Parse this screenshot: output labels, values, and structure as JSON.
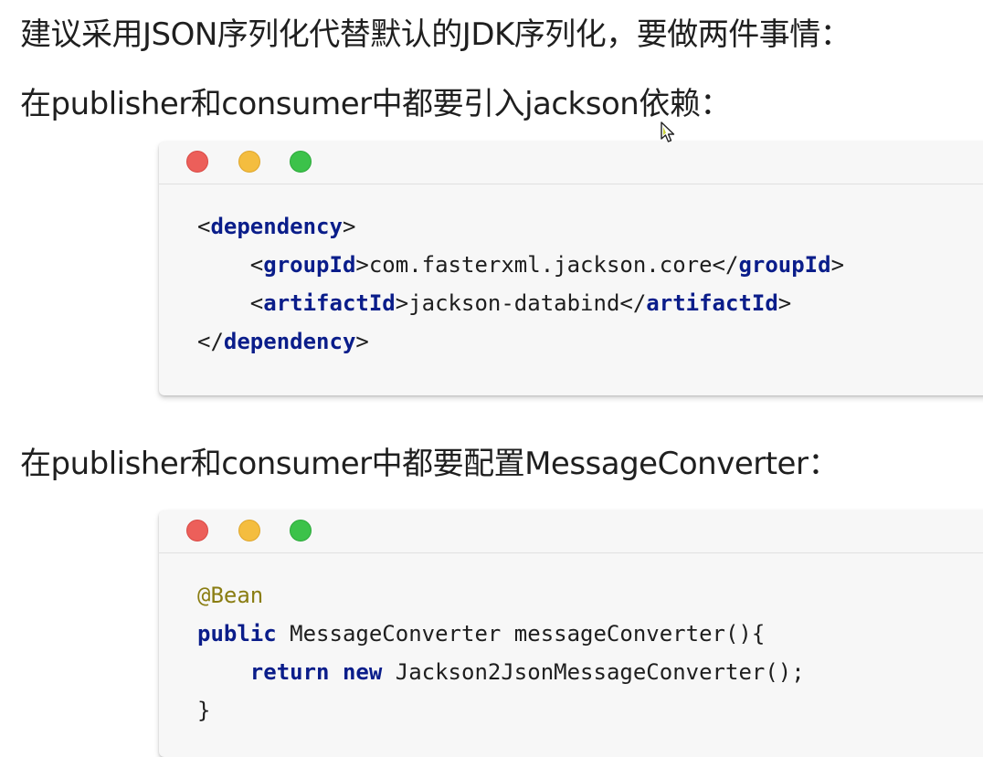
{
  "paragraphs": {
    "p1": "建议采用JSON序列化代替默认的JDK序列化，要做两件事情：",
    "p2": "在publisher和consumer中都要引入jackson依赖：",
    "p3": "在publisher和consumer中都要配置MessageConverter："
  },
  "code1": {
    "l1_open": "<",
    "l1_tag": "dependency",
    "l1_close": ">",
    "l2_indent": "    ",
    "l2_open": "<",
    "l2_tag": "groupId",
    "l2_mid": ">com.fasterxml.jackson.core</",
    "l2_tag2": "groupId",
    "l2_close": ">",
    "l3_indent": "    ",
    "l3_open": "<",
    "l3_tag": "artifactId",
    "l3_mid": ">jackson-databind</",
    "l3_tag2": "artifactId",
    "l3_close": ">",
    "l4_open": "</",
    "l4_tag": "dependency",
    "l4_close": ">"
  },
  "code2": {
    "l1_annotation": "@Bean",
    "l2_kw": "public",
    "l2_rest": " MessageConverter messageConverter(){",
    "l3_indent": "    ",
    "l3_kw1": "return",
    "l3_sp": " ",
    "l3_kw2": "new",
    "l3_rest": " Jackson2JsonMessageConverter();",
    "l4": "}"
  },
  "window_controls": {
    "close_color": "#ec5f5a",
    "minimize_color": "#f4bd3f",
    "maximize_color": "#3cc24a"
  },
  "icons": {
    "cursor": "mouse-pointer-icon"
  }
}
